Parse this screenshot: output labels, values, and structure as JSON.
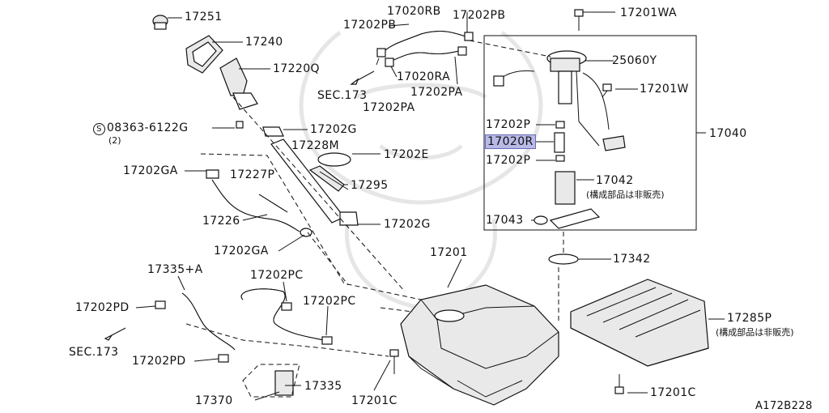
{
  "diagram_id": "A172B228",
  "parts": {
    "p17251": "17251",
    "p17240": "17240",
    "p17220q": "17220Q",
    "bolt_code": "08363-6122G",
    "bolt_symbol": "S",
    "bolt_qty": "(2)",
    "p17202g_upper": "17202G",
    "p17228m": "17228M",
    "p17202e": "17202E",
    "p17202ga_upper": "17202GA",
    "p17227p": "17227P",
    "p17295": "17295",
    "p17226": "17226",
    "p17202g_lower": "17202G",
    "p17202ga_lower": "17202GA",
    "p17020rb": "17020RB",
    "p17202pb_left": "17202PB",
    "p17202pb_right": "17202PB",
    "sec173_top": "SEC.173",
    "p17020ra": "17020RA",
    "p17202pa_right": "17202PA",
    "p17202pa_left": "17202PA",
    "p17201wa": "17201WA",
    "p25060y": "25060Y",
    "p17201w": "17201W",
    "p17202p_top": "17202P",
    "p17020r": "17020R",
    "p17202p_bottom": "17202P",
    "p17040": "17040",
    "p17042": "17042",
    "note_not_sold_1": "(構成部品は非販売)",
    "p17043": "17043",
    "p17201": "17201",
    "p17342": "17342",
    "p17335a": "17335+A",
    "p17202pc_upper": "17202PC",
    "p17202pc_lower": "17202PC",
    "p17202pd_upper": "17202PD",
    "sec173_bottom": "SEC.173",
    "p17202pd_lower": "17202PD",
    "p17335": "17335",
    "p17370": "17370",
    "p17201c_left": "17201C",
    "p17285p": "17285P",
    "note_not_sold_2": "(構成部品は非販売)",
    "p17201c_right": "17201C"
  }
}
